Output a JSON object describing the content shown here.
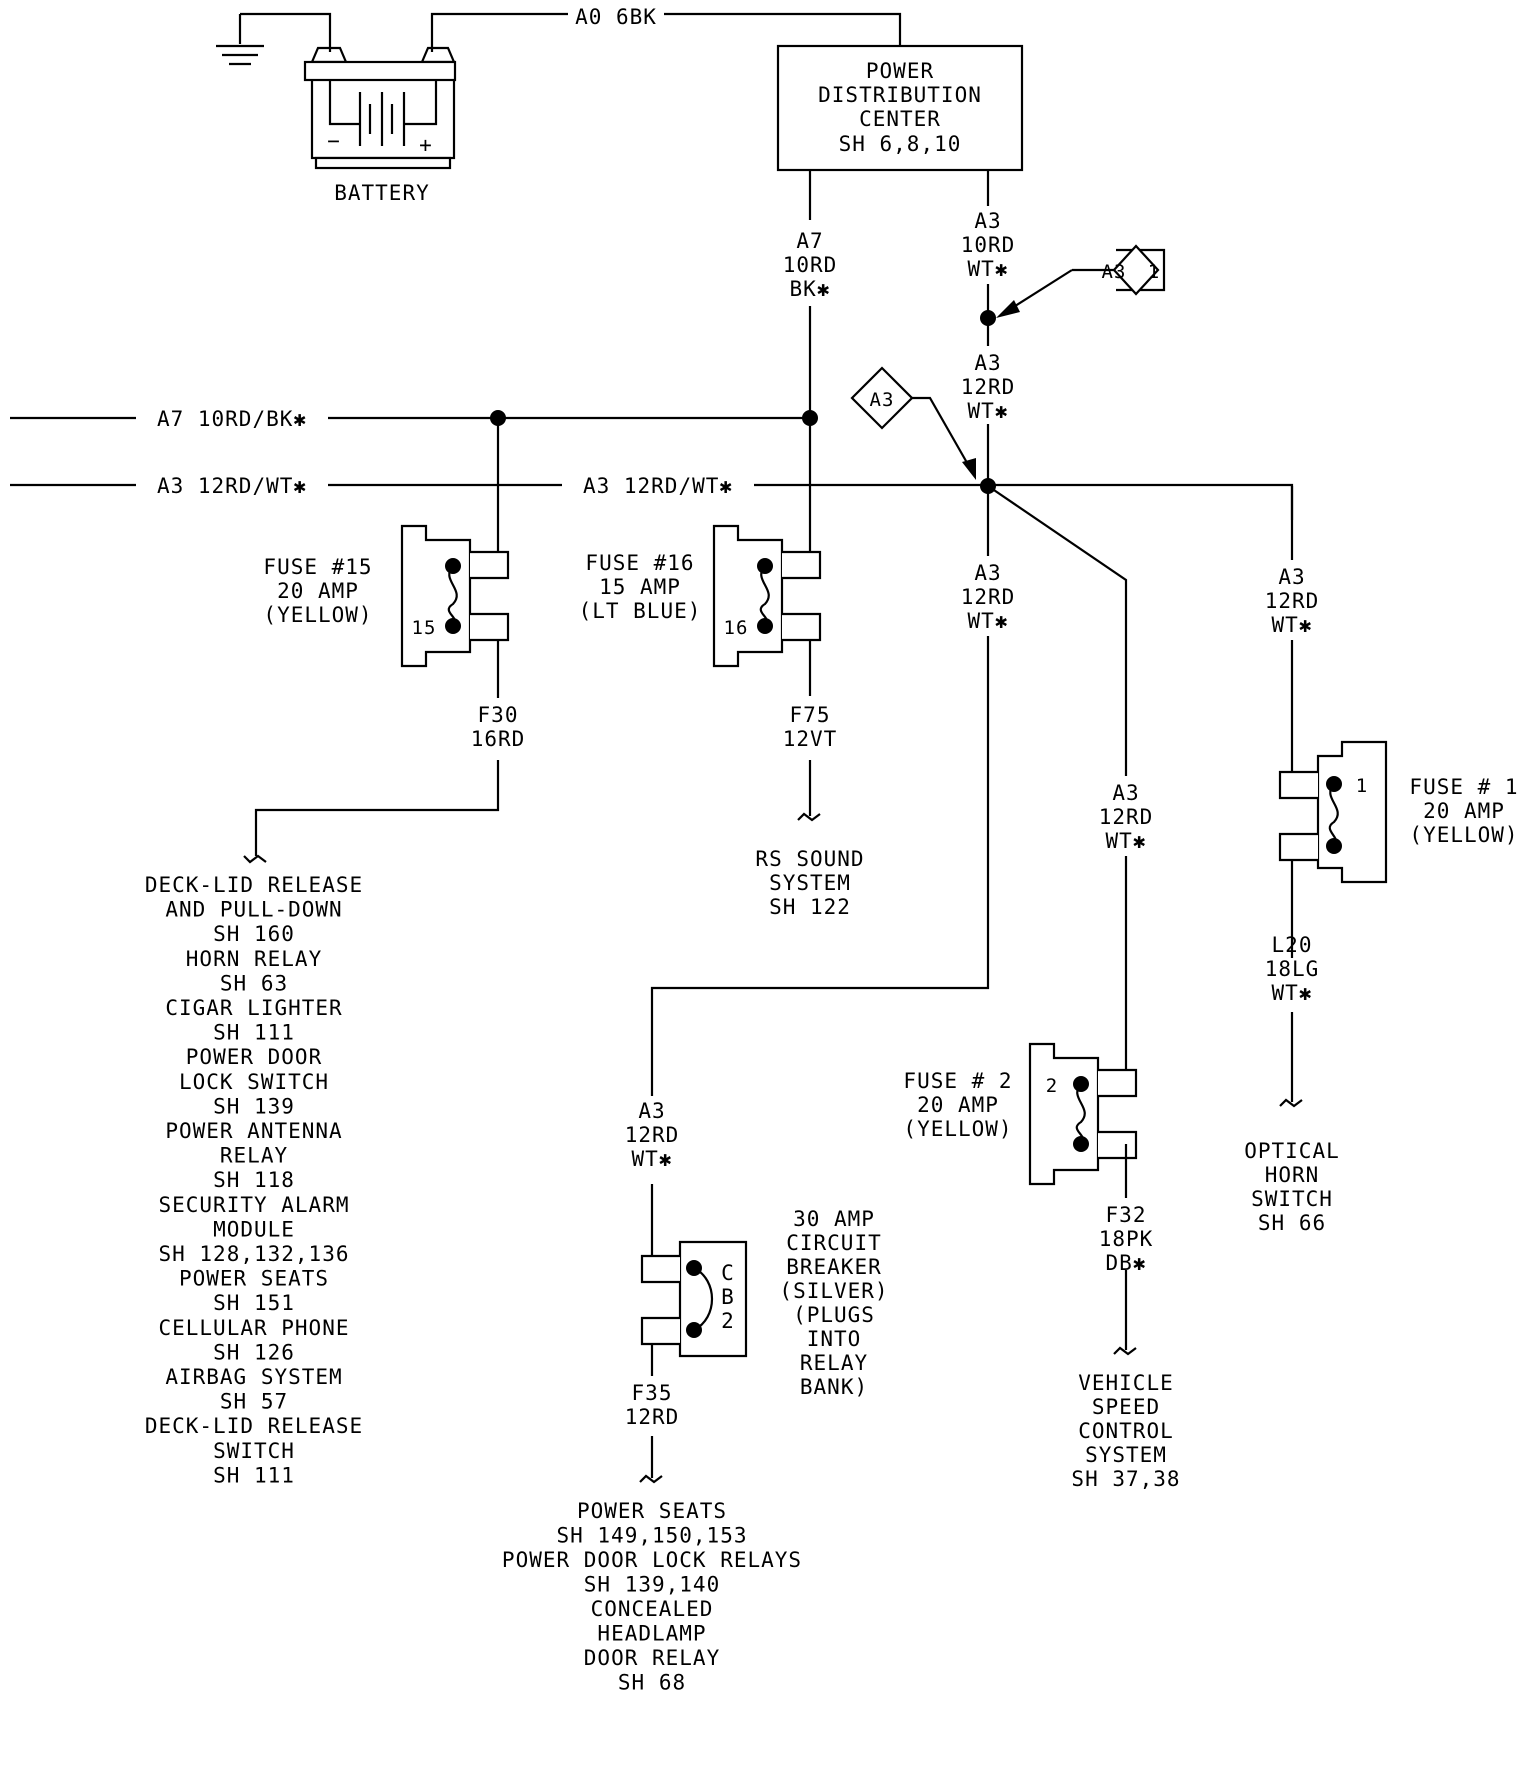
{
  "battery": {
    "label": "BATTERY",
    "minus": "−",
    "plus": "+"
  },
  "ground_wire": "A0 6BK",
  "pdc": {
    "lines": [
      "POWER",
      "DISTRIBUTION",
      "CENTER",
      "SH 6,8,10"
    ]
  },
  "wire_a7_vertical": [
    "A7",
    "10RD",
    "BK✱"
  ],
  "wire_a3_top": [
    "A3",
    "10RD",
    "WT✱"
  ],
  "wire_a3_mid": [
    "A3",
    "12RD",
    "WT✱"
  ],
  "splice_top": {
    "label": "A3",
    "ref": "1"
  },
  "splice_mid": {
    "label": "A3"
  },
  "bus_a7": "A7 10RD/BK✱",
  "bus_a3_left": "A3 12RD/WT✱",
  "bus_a3_right": "A3 12RD/WT✱",
  "fuse15": {
    "lines": [
      "FUSE #15",
      "20 AMP",
      "(YELLOW)"
    ],
    "num": "15"
  },
  "fuse16": {
    "lines": [
      "FUSE #16",
      "15 AMP",
      "(LT BLUE)"
    ],
    "num": "16"
  },
  "fuse1": {
    "lines": [
      "FUSE # 1",
      "20 AMP",
      "(YELLOW)"
    ],
    "num": "1"
  },
  "fuse2": {
    "lines": [
      "FUSE # 2",
      "20 AMP",
      "(YELLOW)"
    ],
    "num": "2"
  },
  "wire_f30": [
    "F30",
    "16RD"
  ],
  "wire_f75": [
    "F75",
    "12VT"
  ],
  "wire_a3_center": [
    "A3",
    "12RD",
    "WT✱"
  ],
  "wire_a3_right": [
    "A3",
    "12RD",
    "WT✱"
  ],
  "wire_a3_diag": [
    "A3",
    "12RD",
    "WT✱"
  ],
  "wire_a3_cb": [
    "A3",
    "12RD",
    "WT✱"
  ],
  "wire_l20": [
    "L20",
    "18LG",
    "WT✱"
  ],
  "wire_f32": [
    "F32",
    "18PK",
    "DB✱"
  ],
  "wire_f35": [
    "F35",
    "12RD"
  ],
  "cb2": {
    "side": [
      "C",
      "B",
      "2"
    ],
    "lines": [
      "30 AMP",
      "CIRCUIT",
      "BREAKER",
      "(SILVER)",
      "(PLUGS",
      "INTO",
      "RELAY",
      "BANK)"
    ]
  },
  "dest_f30": [
    "DECK-LID RELEASE",
    "AND PULL-DOWN",
    "SH 160",
    "HORN RELAY",
    "SH 63",
    "CIGAR LIGHTER",
    "SH 111",
    "POWER DOOR",
    "LOCK SWITCH",
    "SH 139",
    "POWER ANTENNA",
    "RELAY",
    "SH 118",
    "SECURITY ALARM",
    "MODULE",
    "SH 128,132,136",
    "POWER SEATS",
    "SH 151",
    "CELLULAR PHONE",
    "SH 126",
    "AIRBAG SYSTEM",
    "SH 57",
    "DECK-LID RELEASE",
    "SWITCH",
    "SH 111"
  ],
  "dest_f75": [
    "RS SOUND",
    "SYSTEM",
    "SH 122"
  ],
  "dest_f35": [
    "POWER SEATS",
    "SH 149,150,153",
    "POWER DOOR LOCK RELAYS",
    "SH 139,140",
    "CONCEALED",
    "HEADLAMP",
    "DOOR RELAY",
    "SH 68"
  ],
  "dest_f32": [
    "VEHICLE",
    "SPEED",
    "CONTROL",
    "SYSTEM",
    "SH 37,38"
  ],
  "dest_l20": [
    "OPTICAL",
    "HORN",
    "SWITCH",
    "SH 66"
  ]
}
